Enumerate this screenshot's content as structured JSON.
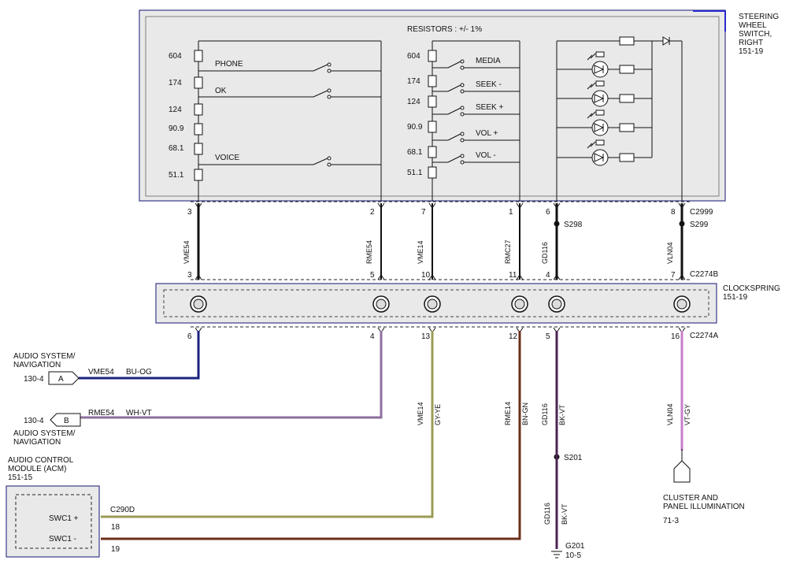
{
  "steering_switch": {
    "title_lines": [
      "STEERING",
      "WHEEL",
      "SWITCH,",
      "RIGHT",
      "151-19"
    ],
    "resistor_header": "RESISTORS : +/- 1%",
    "left_resistors": [
      "604",
      "174",
      "124",
      "90.9",
      "68.1",
      "51.1"
    ],
    "left_switches": [
      "PHONE",
      "OK",
      "VOICE"
    ],
    "right_resistors": [
      "604",
      "174",
      "124",
      "90.9",
      "68.1",
      "51.1"
    ],
    "right_switches": [
      "MEDIA",
      "SEEK -",
      "SEEK +",
      "VOL +",
      "VOL -"
    ]
  },
  "connectors": {
    "c2999": "C2999",
    "c2274b": "C2274B",
    "c2274a": "C2274A",
    "c290d": "C290D",
    "s298": "S298",
    "s299": "S299",
    "s201": "S201"
  },
  "clockspring": {
    "title": "CLOCKSPRING",
    "ref": "151-19"
  },
  "wires": [
    {
      "top_pin": "3",
      "mid_circuit": "VME54",
      "cs_pin": "3",
      "bottom_pin": "6",
      "color": "#1a237e"
    },
    {
      "top_pin": "2",
      "mid_circuit": "RME54",
      "cs_pin": "5",
      "bottom_pin": "4",
      "color": "#8e6f9e"
    },
    {
      "top_pin": "7",
      "mid_circuit": "VME14",
      "cs_pin": "10",
      "bottom_pin": "13",
      "bottom_circuit": "VME14",
      "bottom_color_code": "GY-YE",
      "color": "#9b9b55"
    },
    {
      "top_pin": "1",
      "mid_circuit": "RMC27",
      "cs_pin": "11",
      "bottom_pin": "12",
      "bottom_circuit": "RME14",
      "bottom_color_code": "BN-GN",
      "color": "#6b2f1a"
    },
    {
      "top_pin": "6",
      "mid_circuit": "GD116",
      "cs_pin": "4",
      "bottom_pin": "5",
      "bottom_circuit": "GD116",
      "bottom_color_code": "BK-VT",
      "color": "#4a2550"
    },
    {
      "top_pin": "8",
      "mid_circuit": "VLN04",
      "cs_pin": "7",
      "bottom_pin": "16",
      "bottom_circuit": "VLN04",
      "bottom_color_code": "VT-GY",
      "color": "#c87dc8"
    }
  ],
  "audio_a": {
    "lines": [
      "AUDIO SYSTEM/",
      "NAVIGATION"
    ],
    "ref": "130-4",
    "connector": "A",
    "circuit": "VME54",
    "color_code": "BU-OG"
  },
  "audio_b": {
    "lines": [
      "AUDIO SYSTEM/",
      "NAVIGATION"
    ],
    "ref": "130-4",
    "connector": "B",
    "circuit": "RME54",
    "color_code": "WH-VT"
  },
  "acm": {
    "lines": [
      "AUDIO CONTROL",
      "MODULE (ACM)",
      "151-15"
    ],
    "swc1_plus": "SWC1 +",
    "swc1_minus": "SWC1 -",
    "pin_plus": "18",
    "pin_minus": "19"
  },
  "ground": {
    "lower_circuit": "GD116",
    "lower_color_code": "BK-VT",
    "name": "G201",
    "ref": "10-5"
  },
  "illumination": {
    "lines": [
      "CLUSTER AND",
      "PANEL ILLUMINATION"
    ],
    "ref": "71-3"
  }
}
